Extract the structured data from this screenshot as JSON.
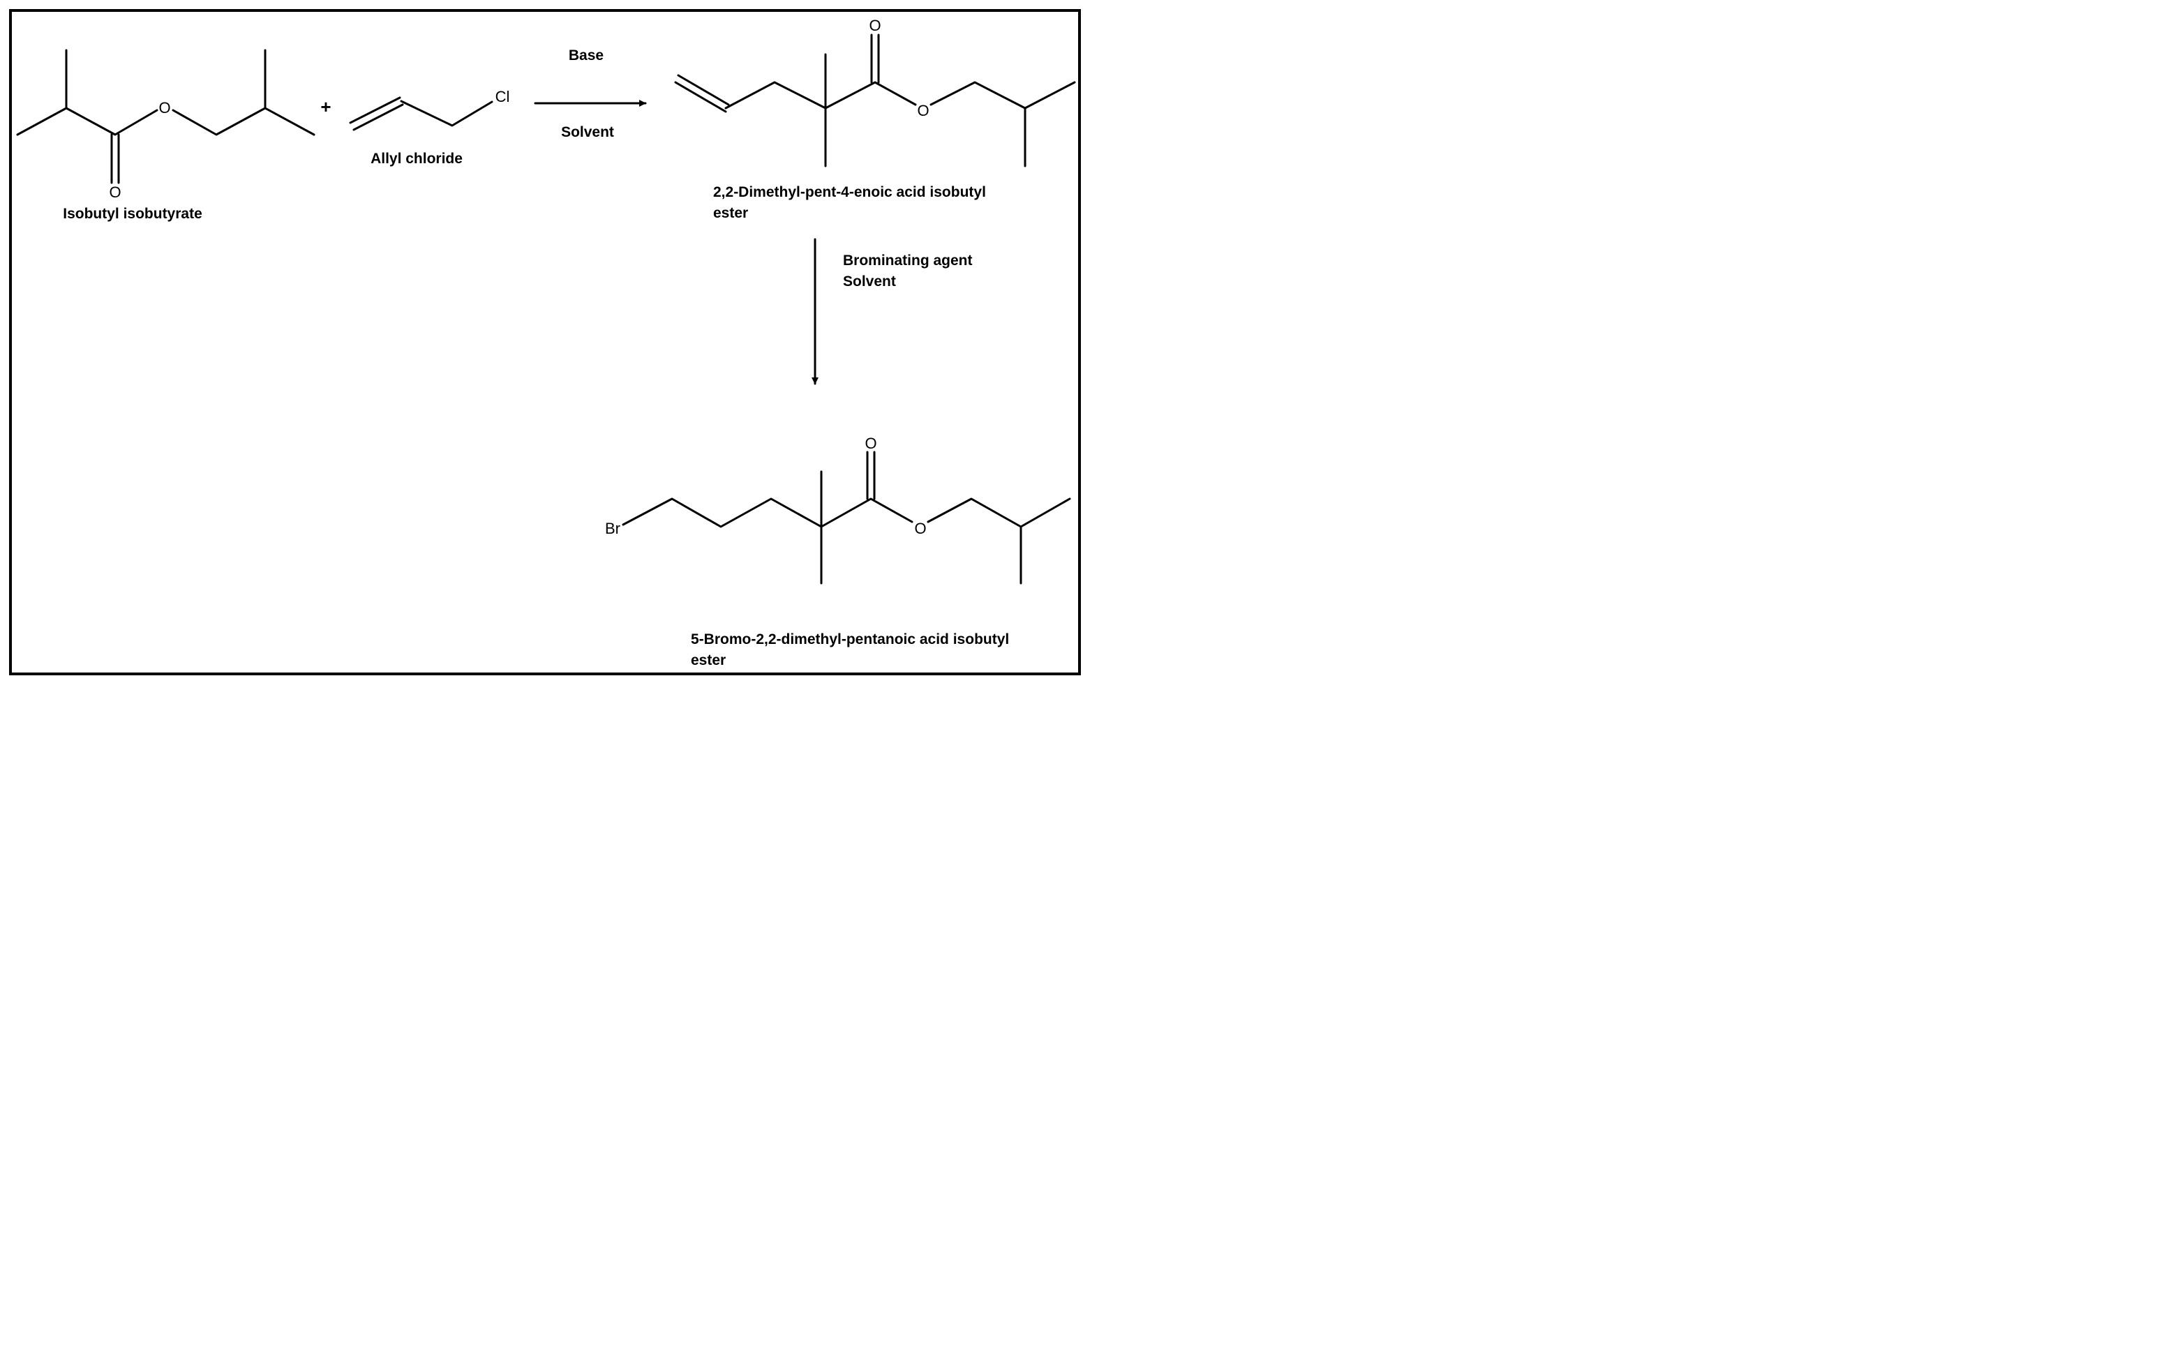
{
  "reactant1": {
    "name": "Isobutyl isobutyrate",
    "atoms": {
      "o_carbonyl": "O",
      "o_ester": "O"
    }
  },
  "plus": "+",
  "reactant2": {
    "name": "Allyl chloride",
    "atoms": {
      "cl": "Cl"
    }
  },
  "step1": {
    "reagent": "Base",
    "solvent": "Solvent"
  },
  "product1": {
    "name_line1": "2,2-Dimethyl-pent-4-enoic acid isobutyl",
    "name_line2": "ester",
    "atoms": {
      "o_carbonyl": "O",
      "o_ester": "O"
    }
  },
  "step2": {
    "reagent": "Brominating agent",
    "solvent": "Solvent"
  },
  "product2": {
    "name_line1": "5-Bromo-2,2-dimethyl-pentanoic acid isobutyl",
    "name_line2": "ester",
    "atoms": {
      "br": "Br",
      "o_carbonyl": "O",
      "o_ester": "O"
    }
  }
}
